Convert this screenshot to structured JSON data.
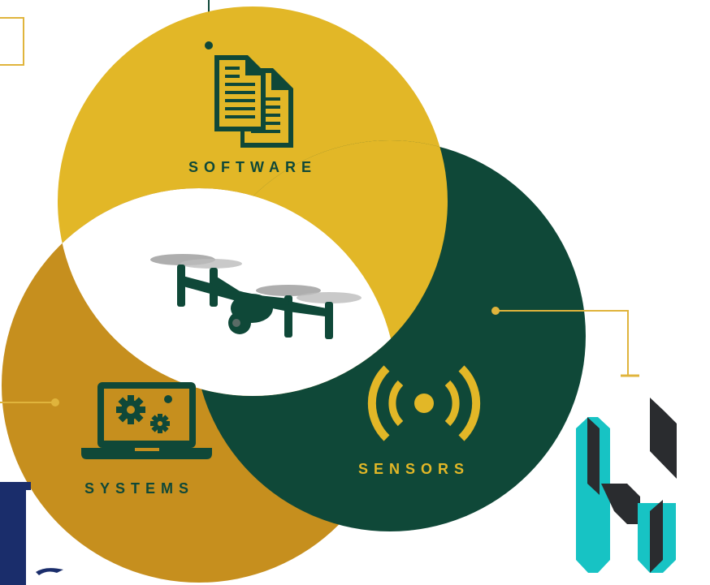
{
  "diagram": {
    "colors": {
      "software_circle": "#E2B727",
      "systems_circle": "#C68F1E",
      "sensors_circle": "#0F4838",
      "dark_green": "#0F4838",
      "gold": "#E2B727",
      "connector": "#E0B43C",
      "logo_teal": "#17C3C4",
      "logo_dark": "#2A2C2F",
      "corner_blue": "#1A2D6B"
    },
    "labels": {
      "software": "SOFTWARE",
      "systems": "SYSTEMS",
      "sensors": "SENSORS"
    },
    "icons": {
      "software": "documents-icon",
      "systems": "laptop-gears-icon",
      "sensors": "broadcast-icon",
      "center": "drone-icon",
      "logo": "h-logo"
    }
  }
}
